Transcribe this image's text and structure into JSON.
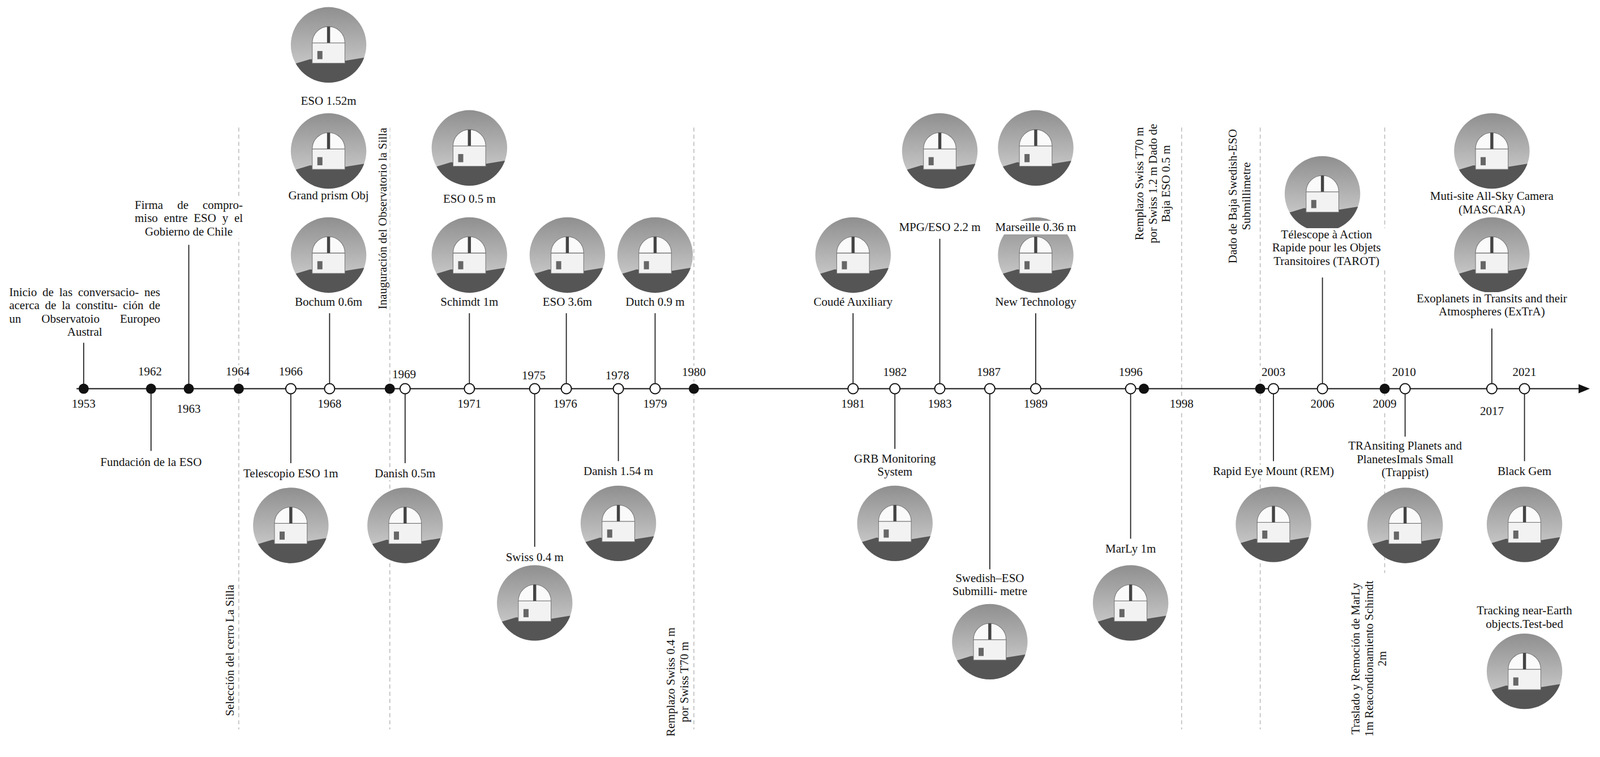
{
  "diagram": {
    "labels": [
      "Inicio de las conversacio- nes acerca de la constitu- ción de un Observatoio Europeo Austral",
      "1953",
      "1962",
      "Fundación de la ESO",
      "Firma de compro- miso entre ESO y el Gobierno de Chile",
      "1963",
      "1964",
      "Selección del cerro La Silla",
      "1966",
      "Telescopio ESO 1m",
      "ESO 1.52m",
      "Grand prism Obj",
      "Bochum 0.6m",
      "1968",
      "Inauguración del Observatorio la Silla",
      "1969",
      "Danish 0.5m",
      "ESO 0.5 m",
      "Schimdt 1m",
      "1971",
      "1975",
      "Swiss 0.4 m",
      "ESO 3.6m",
      "1976",
      "1978",
      "Danish 1.54 m",
      "Dutch 0.9 m",
      "1979",
      "1980",
      "Remplazo Swiss 0.4 m por Swiss T70 m",
      "Coudé Auxiliary",
      "1981",
      "1982",
      "GRB Monitoring System",
      "MPG/ESO 2.2 m",
      "1983",
      "1987",
      "Swedish–ESO Submilli- metre",
      "Marseille 0.36 m",
      "New Technology",
      "1989",
      "Remplazo Swiss T70 m por Swiss 1.2 m Dado de Baja ESO 0.5 m",
      "1996",
      "MarLy 1m",
      "1998",
      "Dado de Baja Swedish-ESO Submillimetre",
      "2003",
      "Rapid Eye Mount (REM)",
      "Télescope à Action Rapide pour les Objets Transitoires (TAROT)",
      "2006",
      "2009",
      "Traslado y Remoción de MarLy 1m Reacondionamiento Schimdt 2m",
      "2010",
      "TRAnsiting Planets and PlanetesImals Small (Trappist)",
      "Muti-site All-Sky Camera (MASCARA)",
      "Exoplanets in Transits and their Atmospheres (ExTrA)",
      "2017",
      "2021",
      "Black Gem",
      "Tracking near-Earth objects.Test-bed"
    ]
  }
}
